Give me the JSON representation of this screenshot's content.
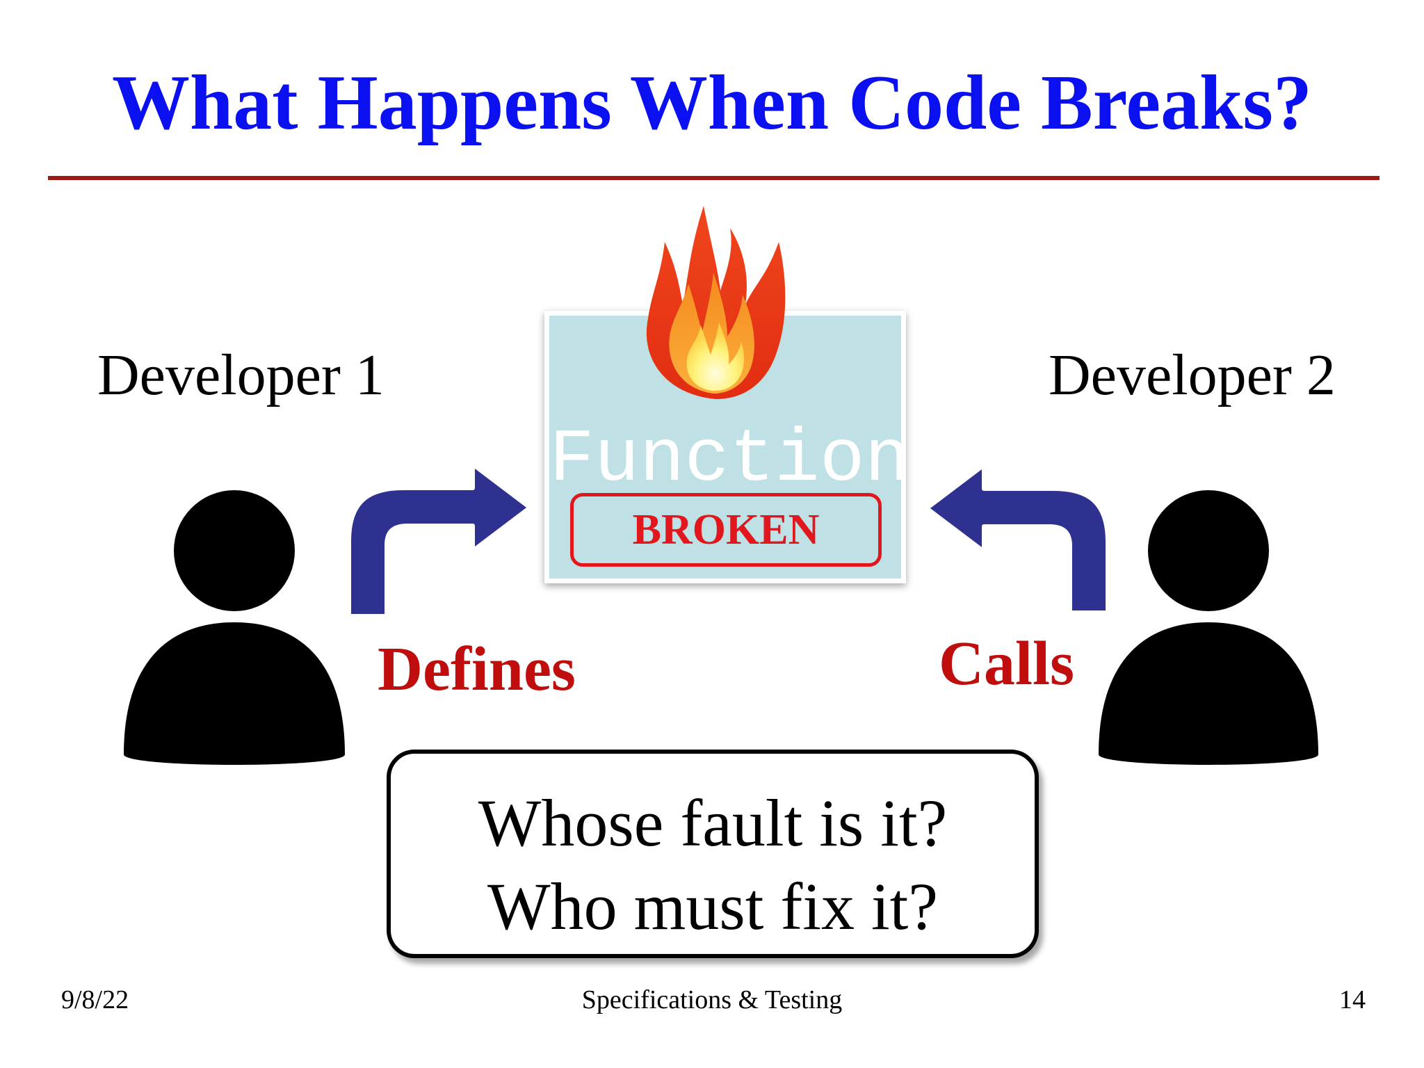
{
  "slide": {
    "title": "What Happens When Code Breaks?",
    "developer_left": "Developer 1",
    "developer_right": "Developer 2",
    "function_label": "Function",
    "broken_label": "BROKEN",
    "defines_label": "Defines",
    "calls_label": "Calls",
    "question_line_1": "Whose fault is it?",
    "question_line_2": "Who must fix it?"
  },
  "footer": {
    "date": "9/8/22",
    "course_title": "Specifications & Testing",
    "page_number": "14"
  },
  "icons": {
    "person_left": "person-icon",
    "person_right": "person-icon",
    "flame": "flame-icon",
    "arrow_left": "curved-arrow-right-icon",
    "arrow_right": "curved-arrow-left-icon"
  },
  "colors": {
    "title": "#0a10f0",
    "rule": "#9a1a16",
    "verb": "#c00d0d",
    "broken": "#e2161d",
    "function_box": "#bfe0e4",
    "arrow": "#2e3190"
  }
}
